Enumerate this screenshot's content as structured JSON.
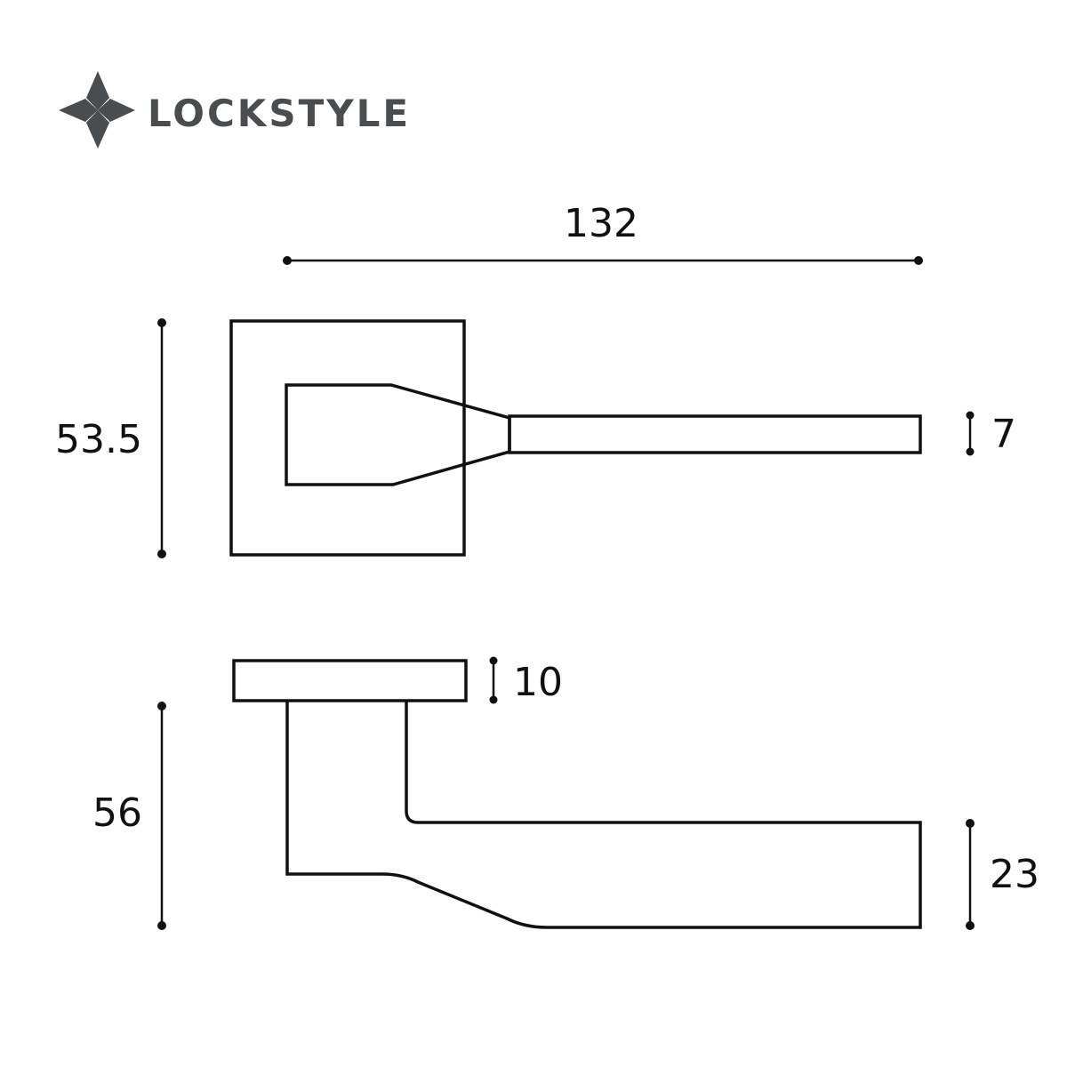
{
  "brand": {
    "name": "LOCKSTYLE",
    "icon": "diamond-star-icon",
    "color": "#4a4d50"
  },
  "colors": {
    "line": "#111111",
    "background": "#ffffff"
  },
  "dimensions": {
    "handle_length": "132",
    "rose_height": "53.5",
    "lever_thickness": "7",
    "rose_thickness": "10",
    "projection": "56",
    "grip_height": "23"
  }
}
